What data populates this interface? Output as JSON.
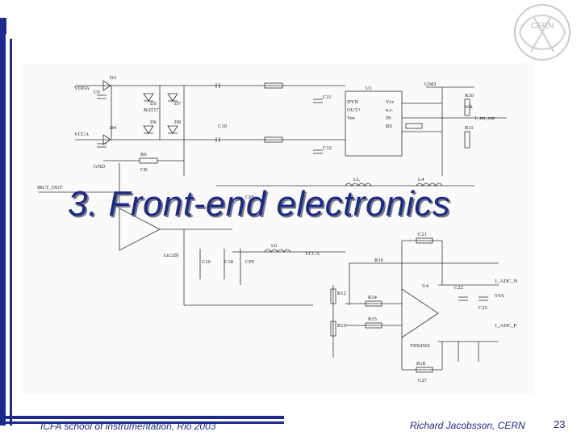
{
  "slide": {
    "title": "3. Front-end electronics",
    "footer_left": "ICFA school of instrumentation, Rio 2003",
    "footer_right": "Richard Jacobsson, CERN",
    "page_number": "23"
  },
  "logo": {
    "text": "CERN"
  },
  "schematic": {
    "labels": {
      "vdd": "VDDA",
      "vcc": "VCCA",
      "d3": "D3",
      "d5": "D5",
      "d6": "D6",
      "d7": "D7",
      "d8": "D8",
      "d4": "D4",
      "bat": "BAT17",
      "c9": "C9",
      "c10": "C10",
      "c11": "C11",
      "c12": "C12",
      "gnd": "GND",
      "r6": "R6",
      "ck": "CK",
      "r10": "R10",
      "r11": "R11",
      "u1": "U1",
      "ireg": "IRCT_OUT",
      "ll": "LL",
      "l4": "L4",
      "l6": "L6",
      "cp5": "CP5",
      "cp6": "CP6",
      "c16": "C16",
      "c18": "C18",
      "r16": "R16",
      "r12": "R12",
      "r13": "R13",
      "r14": "R14",
      "r15": "R15",
      "r18": "R18",
      "u4": "U4",
      "c21": "C21",
      "c22": "C22",
      "c25": "C25",
      "c27": "C27",
      "vcca2": "VCCA",
      "adc_n": "1_ADC_N",
      "adc_p": "1_ADC_P",
      "v5": "5VA",
      "ths": "THS4501",
      "r10k": "10k",
      "dyn": "DYN",
      "out": "OUT+",
      "vee": "Vcc",
      "vs": "Vee",
      "nc": "n.c.",
      "in": "IN",
      "rs": "RS",
      "gnd2": "GND",
      "ltc": "Ltc320",
      "a": "1_int_out"
    }
  }
}
